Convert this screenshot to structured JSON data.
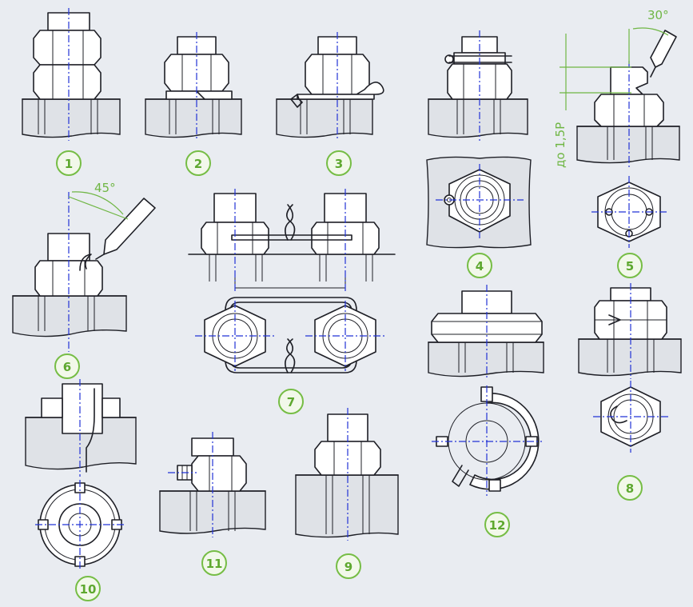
{
  "figures": [
    {
      "number": "1"
    },
    {
      "number": "2"
    },
    {
      "number": "3"
    },
    {
      "number": "4"
    },
    {
      "number": "5"
    },
    {
      "number": "6"
    },
    {
      "number": "7"
    },
    {
      "number": "8"
    },
    {
      "number": "9"
    },
    {
      "number": "10"
    },
    {
      "number": "11"
    },
    {
      "number": "12"
    }
  ],
  "annotations": {
    "angle_30": "30°",
    "angle_45": "45°",
    "depth_note": "до 1,5P"
  },
  "colors": {
    "outline": "#1e1f26",
    "axis_lines": "#2233d6",
    "dimensions": "#6fb644",
    "badge_stroke": "#76bd45",
    "background": "#e9ecf1"
  }
}
